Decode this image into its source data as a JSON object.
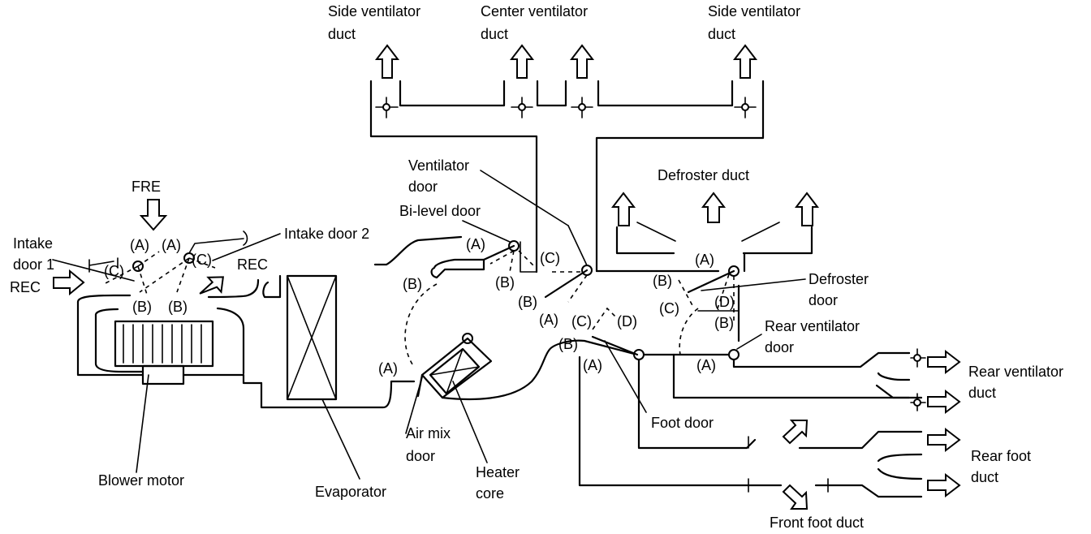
{
  "labels": {
    "side_vent_left_1": "Side ventilator",
    "side_vent_left_2": "duct",
    "center_vent_1": "Center ventilator",
    "center_vent_2": "duct",
    "side_vent_right_1": "Side ventilator",
    "side_vent_right_2": "duct",
    "vent_door_1": "Ventilator",
    "vent_door_2": "door",
    "defroster_duct": "Defroster duct",
    "bilevel_door": "Bi-level door",
    "fre": "FRE",
    "intake_door2": "Intake door 2",
    "intake_door1_1": "Intake",
    "intake_door1_2": "door 1",
    "rec_left": "REC",
    "rec_right": "REC",
    "defroster_door_1": "Defroster",
    "defroster_door_2": "door",
    "rear_vent_door_1": "Rear ventilator",
    "rear_vent_door_2": "door",
    "rear_vent_duct_1": "Rear ventilator",
    "rear_vent_duct_2": "duct",
    "foot_door": "Foot door",
    "rear_foot_duct_1": "Rear foot",
    "rear_foot_duct_2": "duct",
    "air_mix_1": "Air mix",
    "air_mix_2": "door",
    "heater_core_1": "Heater",
    "heater_core_2": "core",
    "blower_motor": "Blower motor",
    "evaporator": "Evaporator",
    "front_foot_duct": "Front foot duct"
  },
  "positions": {
    "A": "(A)",
    "B": "(B)",
    "C": "(C)",
    "D": "(D)"
  }
}
